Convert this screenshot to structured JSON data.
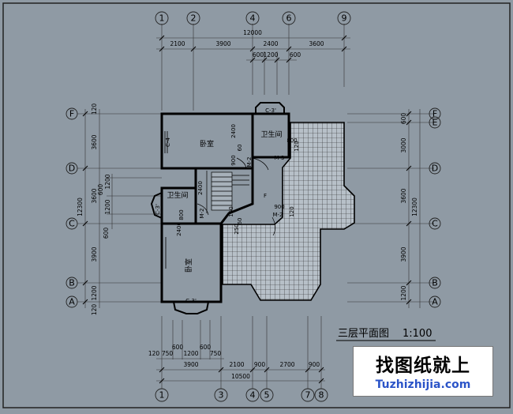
{
  "axes_top": [
    "1",
    "2",
    "4",
    "6",
    "9"
  ],
  "axes_bottom": [
    "1",
    "3",
    "4",
    "5",
    "7",
    "8"
  ],
  "axes_side": [
    "F",
    "E",
    "D",
    "C",
    "B",
    "A"
  ],
  "dims_top": {
    "total": "12000",
    "row1": [
      "2100",
      "3900",
      "2400",
      "3600"
    ],
    "row2": [
      "600",
      "1200",
      "600"
    ]
  },
  "dims_bottom": {
    "row1": [
      "120",
      "750",
      "600",
      "1200",
      "600",
      "750"
    ],
    "row2": [
      "3900",
      "2100",
      "900",
      "2700",
      "900"
    ],
    "total": "10500"
  },
  "dims_left": {
    "total": "12300",
    "outer": [
      "120",
      "3600",
      "3600",
      "3900",
      "1200",
      "120"
    ],
    "inner": [
      "1200",
      "600",
      "1200",
      "600"
    ]
  },
  "dims_right": {
    "total": "12300",
    "items": [
      "600",
      "3000",
      "3600",
      "3900",
      "1200"
    ]
  },
  "rooms": {
    "bedroom_top": "卧室",
    "bedroom_bottom": "卧室",
    "bath_top": "卫生间",
    "bath_left": "卫生间"
  },
  "labels": {
    "c4": "C-4",
    "c3_top": "C-3'",
    "c3_left": "C-3'",
    "c3_bottom": "C-3'",
    "m2a": "M-2",
    "m2b": "M-2",
    "m2c": "M-2",
    "m3": "M-3",
    "d2400a": "2400",
    "d2400b": "2400",
    "d2400c": "2400",
    "d900a": "900",
    "d900b": "900",
    "d800a": "800",
    "d800b": "800",
    "d60a": "60",
    "d60b": "60",
    "d150": "150",
    "d120a": "120",
    "d120b": "120",
    "d250": "250",
    "up": "F"
  },
  "title": {
    "name": "三层平面图",
    "scale": "1:100"
  },
  "watermark": {
    "cn": "找图纸就上",
    "url": "Tuzhizhijia.com"
  }
}
